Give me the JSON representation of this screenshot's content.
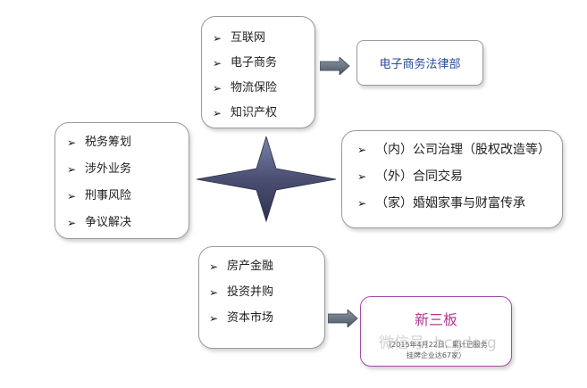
{
  "nodes": {
    "internet_group": {
      "items": [
        "互联网",
        "电子商务",
        "物流保险",
        "知识产权"
      ]
    },
    "law_dept": {
      "label": "电子商务法律部"
    },
    "tax_group": {
      "items": [
        "税务筹划",
        "涉外业务",
        "刑事风险",
        "争议解决"
      ]
    },
    "corporate_group": {
      "items": [
        "（内）公司治理（股权改造等）",
        "（外）合同交易",
        "（家）婚姻家事与财富传承"
      ]
    },
    "finance_group": {
      "items": [
        "房产金融",
        "投资并购",
        "资本市场"
      ]
    },
    "new_third_board": {
      "title": "新三板",
      "line1": "（2015年4月22日，累计已服务",
      "line2": "挂牌企业达67家）"
    }
  },
  "bullet_glyph": "➢",
  "watermark_text": "微信号: bcgdorg",
  "colors": {
    "law_text": "#2a4b9a",
    "xsb_border": "#a64ca6",
    "xsb_title": "#b23a8f",
    "star_fill": "#4a4f72",
    "arrow_fill": "#5f6b7a"
  }
}
